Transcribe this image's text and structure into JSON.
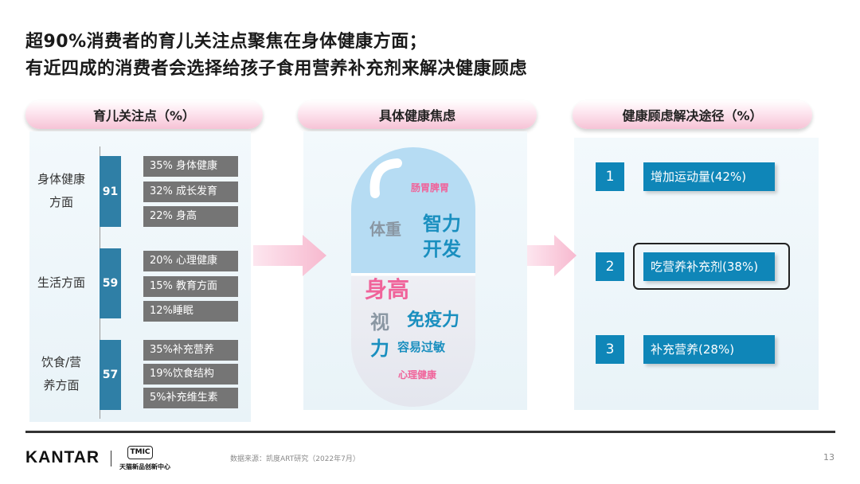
{
  "title": {
    "line1": "超90%消费者的育儿关注点聚焦在身体健康方面；",
    "line2": "有近四成的消费者会选择给孩子食用营养补充剂来解决健康顾虑"
  },
  "left": {
    "header": "育儿关注点（%）",
    "groups": [
      {
        "label_line1": "身体健康",
        "label_line2": "方面",
        "value": "91",
        "items": [
          "35% 身体健康",
          "32% 成长发育",
          "22% 身高"
        ]
      },
      {
        "label_line1": "生活方面",
        "label_line2": "",
        "value": "59",
        "items": [
          "20% 心理健康",
          "15% 教育方面",
          "12%睡眠"
        ]
      },
      {
        "label_line1": "饮食/营",
        "label_line2": "养方面",
        "value": "57",
        "items": [
          "35%补充营养",
          "19%饮食结构",
          "5%补充维生素"
        ]
      }
    ]
  },
  "middle": {
    "header": "具体健康焦虑",
    "words": {
      "stomach": "肠胃脾胃",
      "weight": "体重",
      "intel_1": "智力",
      "intel_2": "开发",
      "height": "身高",
      "vision_1": "视",
      "vision_2": "力",
      "immunity": "免疫力",
      "allergy": "容易过敏",
      "mental": "心理健康"
    },
    "colors": {
      "pink": "#f0639a",
      "blue": "#1a8fbf",
      "gray": "#8a97a3",
      "cap_top": "#b6dcf3"
    }
  },
  "right": {
    "header": "健康顾虑解决途径（%）",
    "solutions": [
      {
        "num": "1",
        "label": "增加运动量(42%)"
      },
      {
        "num": "2",
        "label": "吃营养补充剂(38%)"
      },
      {
        "num": "3",
        "label": "补充营养(28%)"
      }
    ],
    "highlighted": "2",
    "accent": "#0f86b8"
  },
  "footer": {
    "brand": "KANTAR",
    "tmic_badge": "TMIC",
    "tmic_name": "天猫新品创新中心",
    "source": "数据来源：凯度ART研究（2022年7月）",
    "page": "13"
  }
}
